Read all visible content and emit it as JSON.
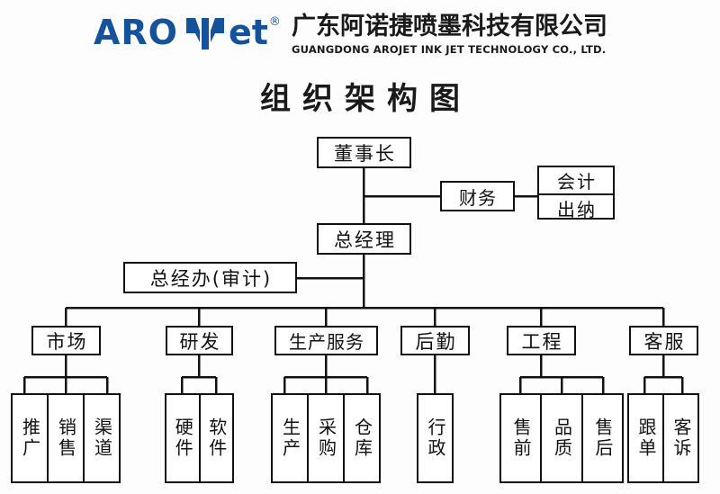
{
  "header": {
    "logo_text_left": "ARO",
    "logo_text_right": "et",
    "logo_registered": "®",
    "logo_mark_name": "arojet-arrow-mark",
    "logo_color": "#14529c",
    "company_name_cn": "广东阿诺捷喷墨科技有限公司",
    "company_name_en": "GUANGDONG AROJET INK JET TECHNOLOGY CO., LTD."
  },
  "title": "组织架构图",
  "chart_data": {
    "type": "diagram",
    "title": "组织架构图",
    "nodes": {
      "chairman": "董事长",
      "finance": "财务",
      "finance_children": [
        "会计",
        "出纳"
      ],
      "general_manager": "总经理",
      "gm_office": "总经办(审计)",
      "departments": [
        {
          "label": "市场",
          "children": [
            "推广",
            "销售",
            "渠道"
          ]
        },
        {
          "label": "研发",
          "children": [
            "硬件",
            "软件"
          ]
        },
        {
          "label": "生产服务",
          "children": [
            "生产",
            "采购",
            "仓库"
          ]
        },
        {
          "label": "后勤",
          "children": [
            "行政"
          ]
        },
        {
          "label": "工程",
          "children": [
            "售前",
            "品质",
            "售后"
          ]
        },
        {
          "label": "客服",
          "children": [
            "跟单",
            "客诉"
          ]
        }
      ]
    },
    "line_color": "#111111",
    "box_fill": "#ffffff"
  }
}
